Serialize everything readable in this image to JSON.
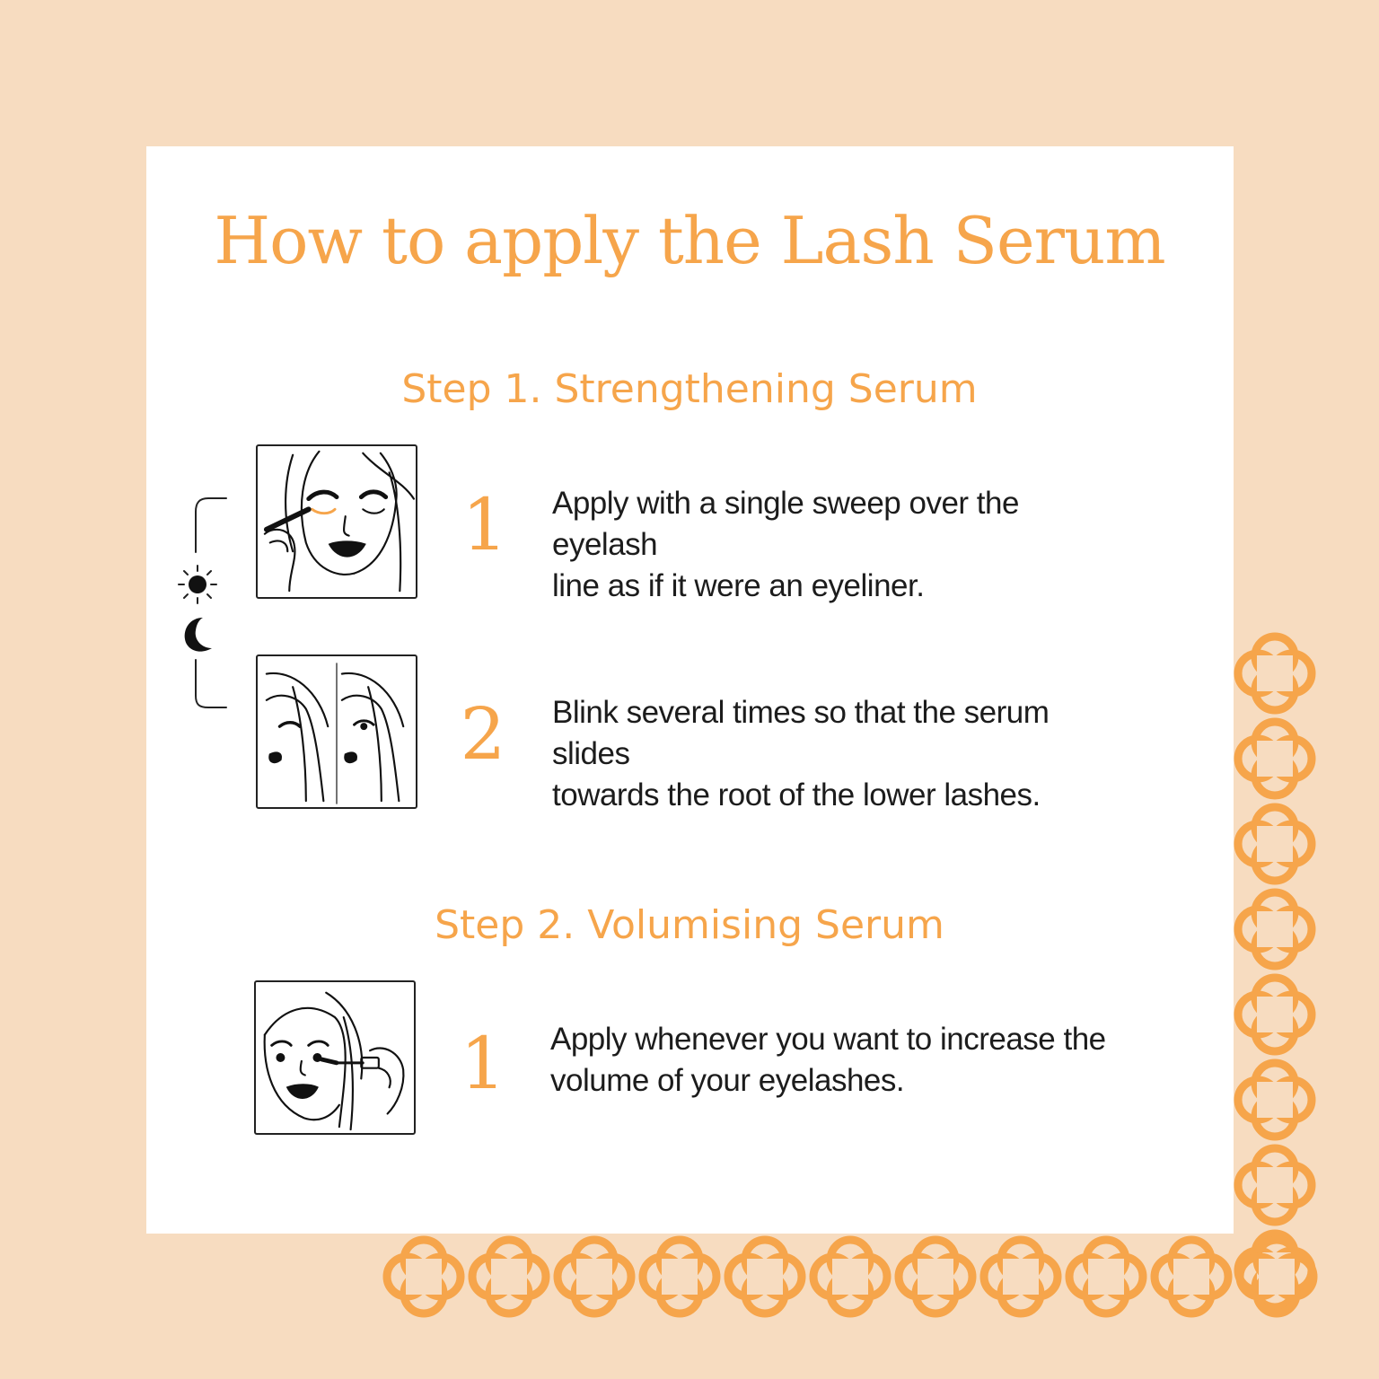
{
  "title": "How to apply the Lash Serum",
  "steps": [
    {
      "heading": "Step 1. Strengthening Serum",
      "items": [
        {
          "number": "1",
          "text_line1": "Apply with a single sweep over the eyelash",
          "text_line2": "line as if it were an eyeliner."
        },
        {
          "number": "2",
          "text_line1": "Blink several times so that the serum slides",
          "text_line2": "towards the root of the lower lashes."
        }
      ]
    },
    {
      "heading": "Step 2. Volumising Serum",
      "items": [
        {
          "number": "1",
          "text_line1": "Apply whenever you want to increase the",
          "text_line2": "volume of your eyelashes."
        }
      ]
    }
  ],
  "icons": [
    "sun-icon",
    "moon-icon"
  ],
  "colors": {
    "background": "#f7dcc0",
    "card": "#ffffff",
    "accent": "#f6a54b",
    "text": "#1c1c1c"
  }
}
